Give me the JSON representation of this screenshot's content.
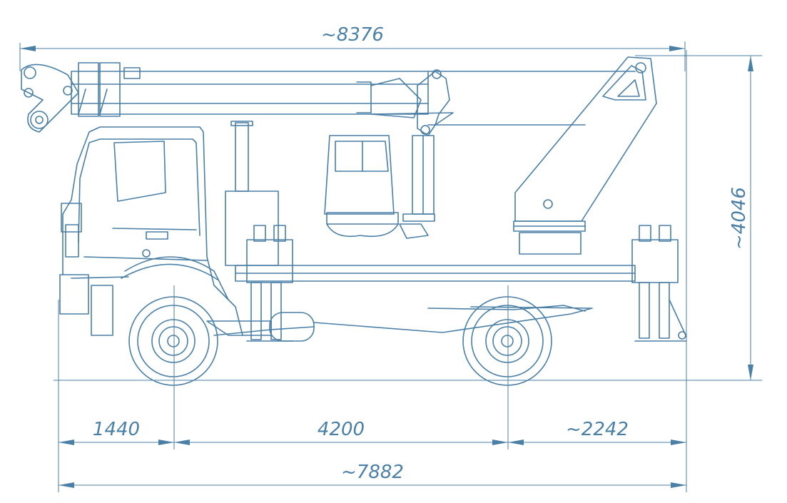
{
  "dimensions": {
    "overall_length_top": "~8376",
    "overall_height": "~4046",
    "front_overhang": "1440",
    "wheelbase": "4200",
    "rear_overhang": "~2242",
    "overall_length_bottom": "~7882"
  },
  "colors": {
    "line": "#4a7fa6",
    "background": "#ffffff"
  }
}
